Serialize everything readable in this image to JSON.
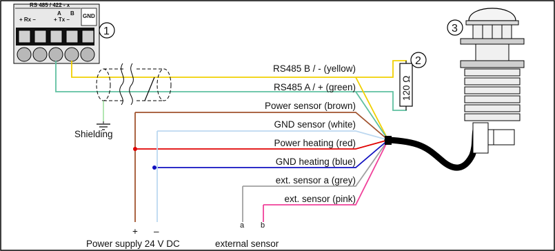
{
  "terminal": {
    "header": "RS 485 / 422 - x",
    "rx_label": "+ Rx –",
    "tx_label": "+ Tx –",
    "a_label": "A",
    "b_label": "B",
    "gnd_label": "GND"
  },
  "callouts": {
    "one": "1",
    "two": "2",
    "three": "3"
  },
  "resistor": {
    "label": "120 Ω"
  },
  "wires": [
    {
      "label": "RS485 B / - (yellow)",
      "color": "#f0d000"
    },
    {
      "label": "RS485 A / + (green)",
      "color": "#5fc0a0"
    },
    {
      "label": "Power sensor (brown)",
      "color": "#a0522d"
    },
    {
      "label": "GND sensor (white)",
      "color": "#bcd8f0"
    },
    {
      "label": "Power heating (red)",
      "color": "#e00000"
    },
    {
      "label": "GND heating (blue)",
      "color": "#1010c0"
    },
    {
      "label": "ext. sensor a (grey)",
      "color": "#a0a0a0"
    },
    {
      "label": "ext. sensor (pink)",
      "color": "#f0409a"
    }
  ],
  "shielding": {
    "label": "Shielding"
  },
  "power_supply": {
    "label": "Power supply 24 V DC",
    "plus": "+",
    "minus": "–"
  },
  "external_sensor": {
    "label": "external sensor",
    "a": "a",
    "b": "b"
  }
}
